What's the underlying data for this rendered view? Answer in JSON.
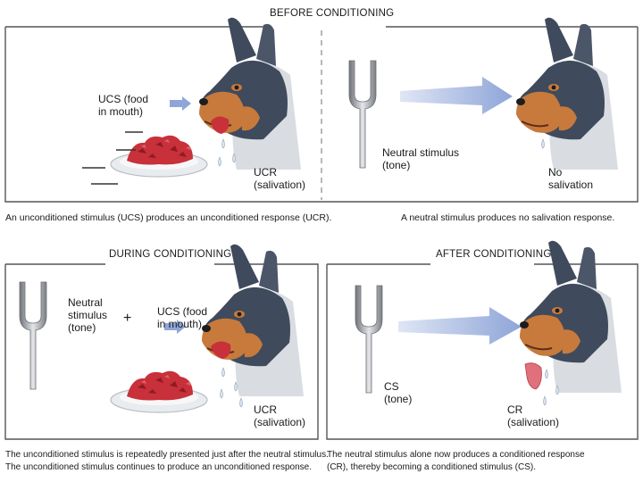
{
  "headings": {
    "before": "BEFORE CONDITIONING",
    "during": "DURING CONDITIONING",
    "after": "AFTER CONDITIONING"
  },
  "panel_before_left": {
    "ucs_label": "UCS (food\nin mouth)",
    "ucr_label": "UCR\n(salivation)",
    "caption": "An unconditioned stimulus (UCS) produces an unconditioned response (UCR)."
  },
  "panel_before_right": {
    "neutral_label": "Neutral stimulus\n(tone)",
    "no_salivation_label": "No\nsalivation",
    "caption": "A neutral stimulus produces no salivation response."
  },
  "panel_during": {
    "neutral_label": "Neutral\nstimulus\n(tone)",
    "plus": "+",
    "ucs_label": "UCS (food\nin mouth)",
    "ucr_label": "UCR\n(salivation)",
    "caption": "The unconditioned stimulus is repeatedly presented just after the neutral stimulus.\nThe unconditioned stimulus continues to produce an unconditioned response."
  },
  "panel_after": {
    "cs_label": "CS\n(tone)",
    "cr_label": "CR\n(salivation)",
    "caption": "The neutral stimulus alone now produces a conditioned response\n(CR), thereby becoming a conditioned stimulus (CS)."
  },
  "colors": {
    "arrow": "#8fa6d8",
    "dog_dark": "#3f4a5c",
    "dog_tan": "#c77a3c",
    "food": "#c8303a",
    "fork": "#8c8f94",
    "frame": "#555555"
  }
}
